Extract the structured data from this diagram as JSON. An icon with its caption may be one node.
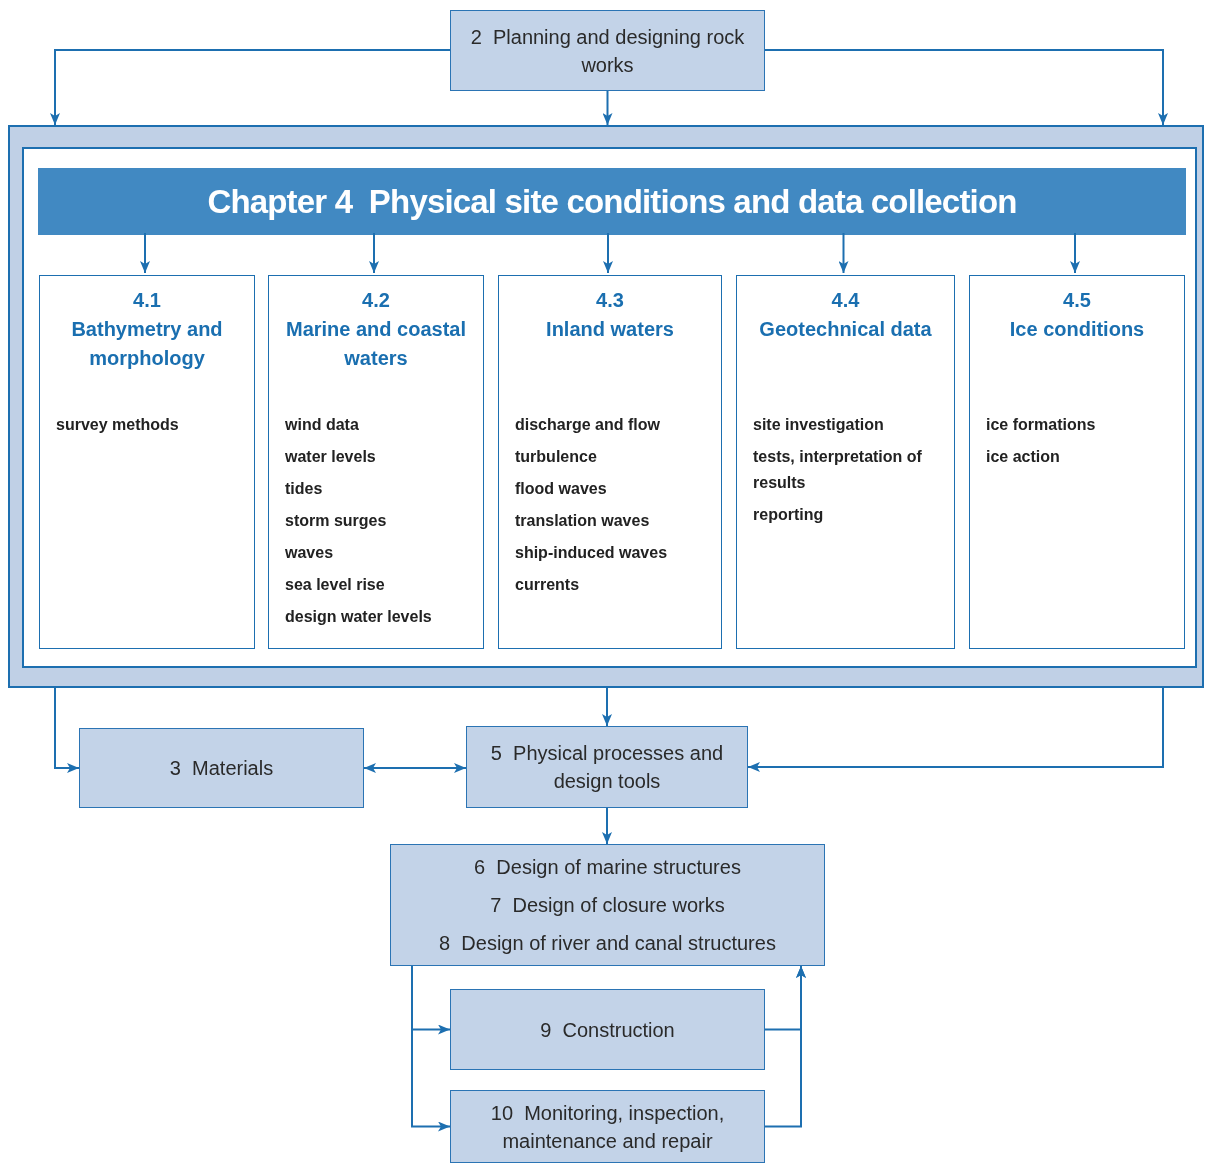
{
  "diagram": {
    "nodes": [
      {
        "text": [
          "2  Planning and designing rock works"
        ]
      },
      {
        "text": [],
        "shape": "box"
      },
      {
        "text": [
          "Chapter 4  Physical site conditions and data collection"
        ],
        "in": 1
      },
      {
        "text": [
          "4.1",
          "Bathymetry and morphology",
          "survey methods"
        ],
        "in": 1
      },
      {
        "text": [
          "4.2",
          "Marine and coastal waters",
          "wind data",
          "water levels",
          "tides",
          "storm surges",
          "waves",
          "sea level rise",
          "design water levels"
        ],
        "in": 1
      },
      {
        "text": [
          "4.3",
          "Inland waters",
          "discharge and flow",
          "turbulence",
          "flood waves",
          "translation waves",
          "ship-induced waves",
          "currents"
        ],
        "in": 1
      },
      {
        "text": [
          "4.4",
          "Geotechnical data",
          "site investigation",
          "tests, interpretation of results",
          "reporting"
        ],
        "in": 1
      },
      {
        "text": [
          "4.5",
          "Ice conditions",
          "ice formations",
          "ice action"
        ],
        "in": 1
      },
      {
        "text": [
          "3  Materials"
        ]
      },
      {
        "text": [
          "5  Physical processes and design tools"
        ]
      },
      {
        "text": [
          "6  Design of marine structures",
          "7  Design of closure works",
          "8  Design of river and canal structures"
        ]
      },
      {
        "text": [
          "9  Construction"
        ]
      },
      {
        "text": [
          "10  Monitoring, inspection, maintenance and repair"
        ]
      }
    ],
    "edges": [
      {
        "from": 0,
        "to": 1,
        "arrow": "to"
      },
      {
        "from": 0,
        "to": 1,
        "arrow": "to"
      },
      {
        "from": 0,
        "to": 1,
        "arrow": "to"
      },
      {
        "from": 2,
        "to": 3,
        "arrow": "to"
      },
      {
        "from": 2,
        "to": 4,
        "arrow": "to"
      },
      {
        "from": 2,
        "to": 5,
        "arrow": "to"
      },
      {
        "from": 2,
        "to": 6,
        "arrow": "to"
      },
      {
        "from": 2,
        "to": 7,
        "arrow": "to"
      },
      {
        "from": 1,
        "to": 8,
        "arrow": "to"
      },
      {
        "from": 1,
        "to": 9,
        "arrow": "to"
      },
      {
        "from": 1,
        "to": 9,
        "arrow": "to"
      },
      {
        "from": 8,
        "to": 9,
        "arrow": "both"
      },
      {
        "from": 9,
        "to": 10,
        "arrow": "to"
      },
      {
        "from": 10,
        "to": 11,
        "arrow": "to"
      },
      {
        "from": 10,
        "to": 12,
        "arrow": "to"
      },
      {
        "from": 11,
        "to": 10,
        "arrow": "to"
      },
      {
        "from": 12,
        "to": 10,
        "arrow": "to"
      }
    ]
  }
}
